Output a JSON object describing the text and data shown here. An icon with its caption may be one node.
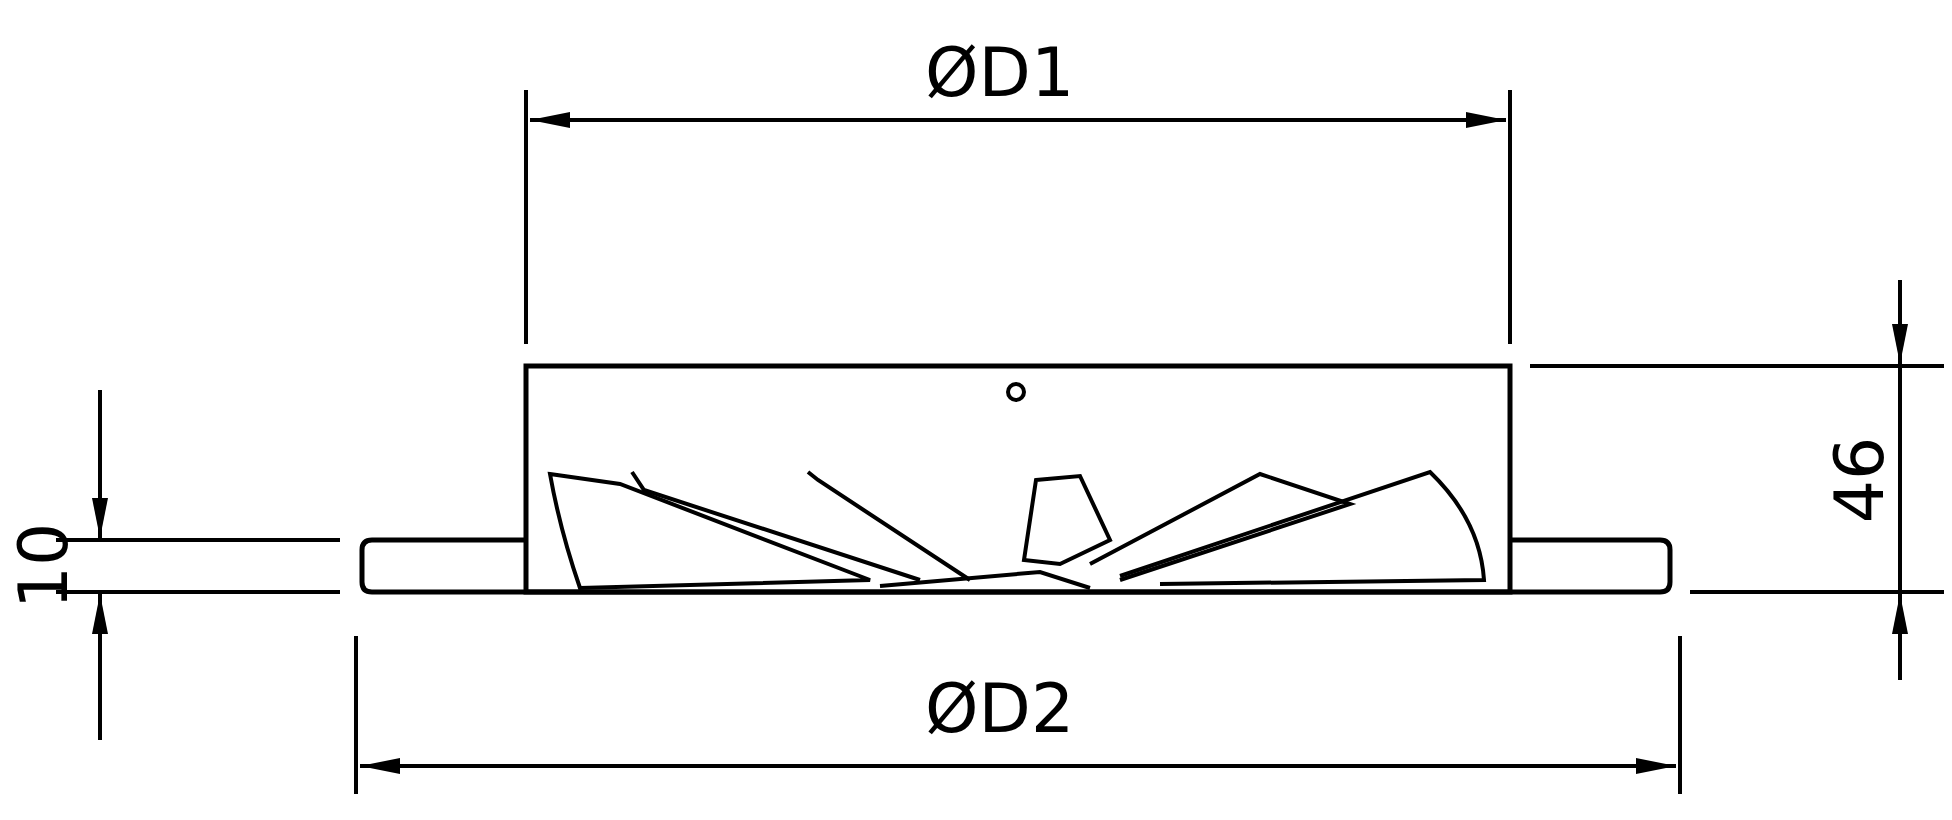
{
  "diagram": {
    "labels": [
      "ØD1",
      "46",
      "10",
      "ØD2"
    ]
  }
}
